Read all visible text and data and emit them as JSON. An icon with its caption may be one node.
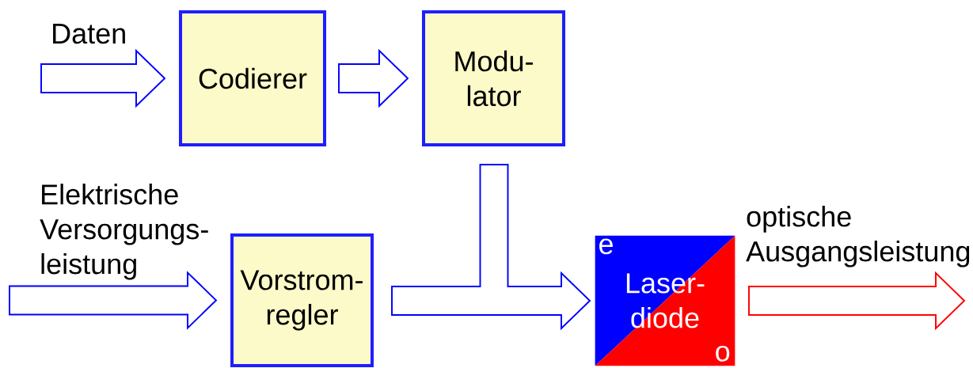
{
  "diagram": {
    "nodes": [
      {
        "text": [
          "Codierer"
        ]
      },
      {
        "text": [
          "Modu- lator"
        ]
      },
      {
        "text": [
          "Vorstrom- regler"
        ]
      },
      {
        "text": [
          "e",
          "Laser- diode",
          "o"
        ]
      }
    ],
    "edges": [
      {
        "from": null,
        "to": 0,
        "arrow": "to",
        "label": "Daten"
      },
      {
        "from": 0,
        "to": 1,
        "arrow": "to"
      },
      {
        "from": null,
        "to": 2,
        "arrow": "to",
        "label": "Elektrische Versorgungs- leistung"
      },
      {
        "from": 1,
        "to": 3,
        "arrow": "to"
      },
      {
        "from": 2,
        "to": 3,
        "arrow": "to"
      },
      {
        "from": 3,
        "to": null,
        "arrow": "to",
        "label": "optische Ausgangsleistung",
        "color": "#ff0000"
      }
    ]
  }
}
